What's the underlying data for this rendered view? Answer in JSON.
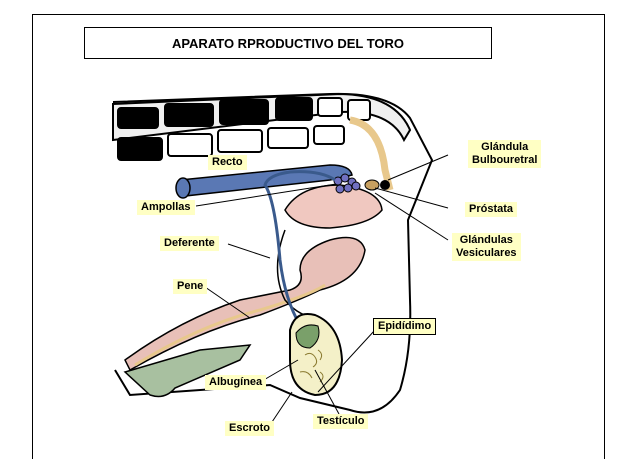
{
  "title": "APARATO RPRODUCTIVO DEL TORO",
  "labels": {
    "glandula_bulbouretral": "Glándula\nBulbouretral",
    "recto": "Recto",
    "ampollas": "Ampollas",
    "prostata": "Próstata",
    "deferente": "Deferente",
    "glandulas_vesiculares": "Glándulas\nVesiculares",
    "pene": "Pene",
    "epididimo": "Epidídimo",
    "albuginea": "Albugínea",
    "escroto": "Escroto",
    "testiculo": "Testículo"
  },
  "colors": {
    "label_bg": "#ffffc4",
    "rectum": "#5a78b4",
    "duct": "#3a5a8c",
    "urethra": "#e8c88c",
    "penis_tissue": "#e8c0b8",
    "epididymis": "#7aa06a",
    "testis": "#f4f0c8",
    "vertebrae": "#000000"
  }
}
